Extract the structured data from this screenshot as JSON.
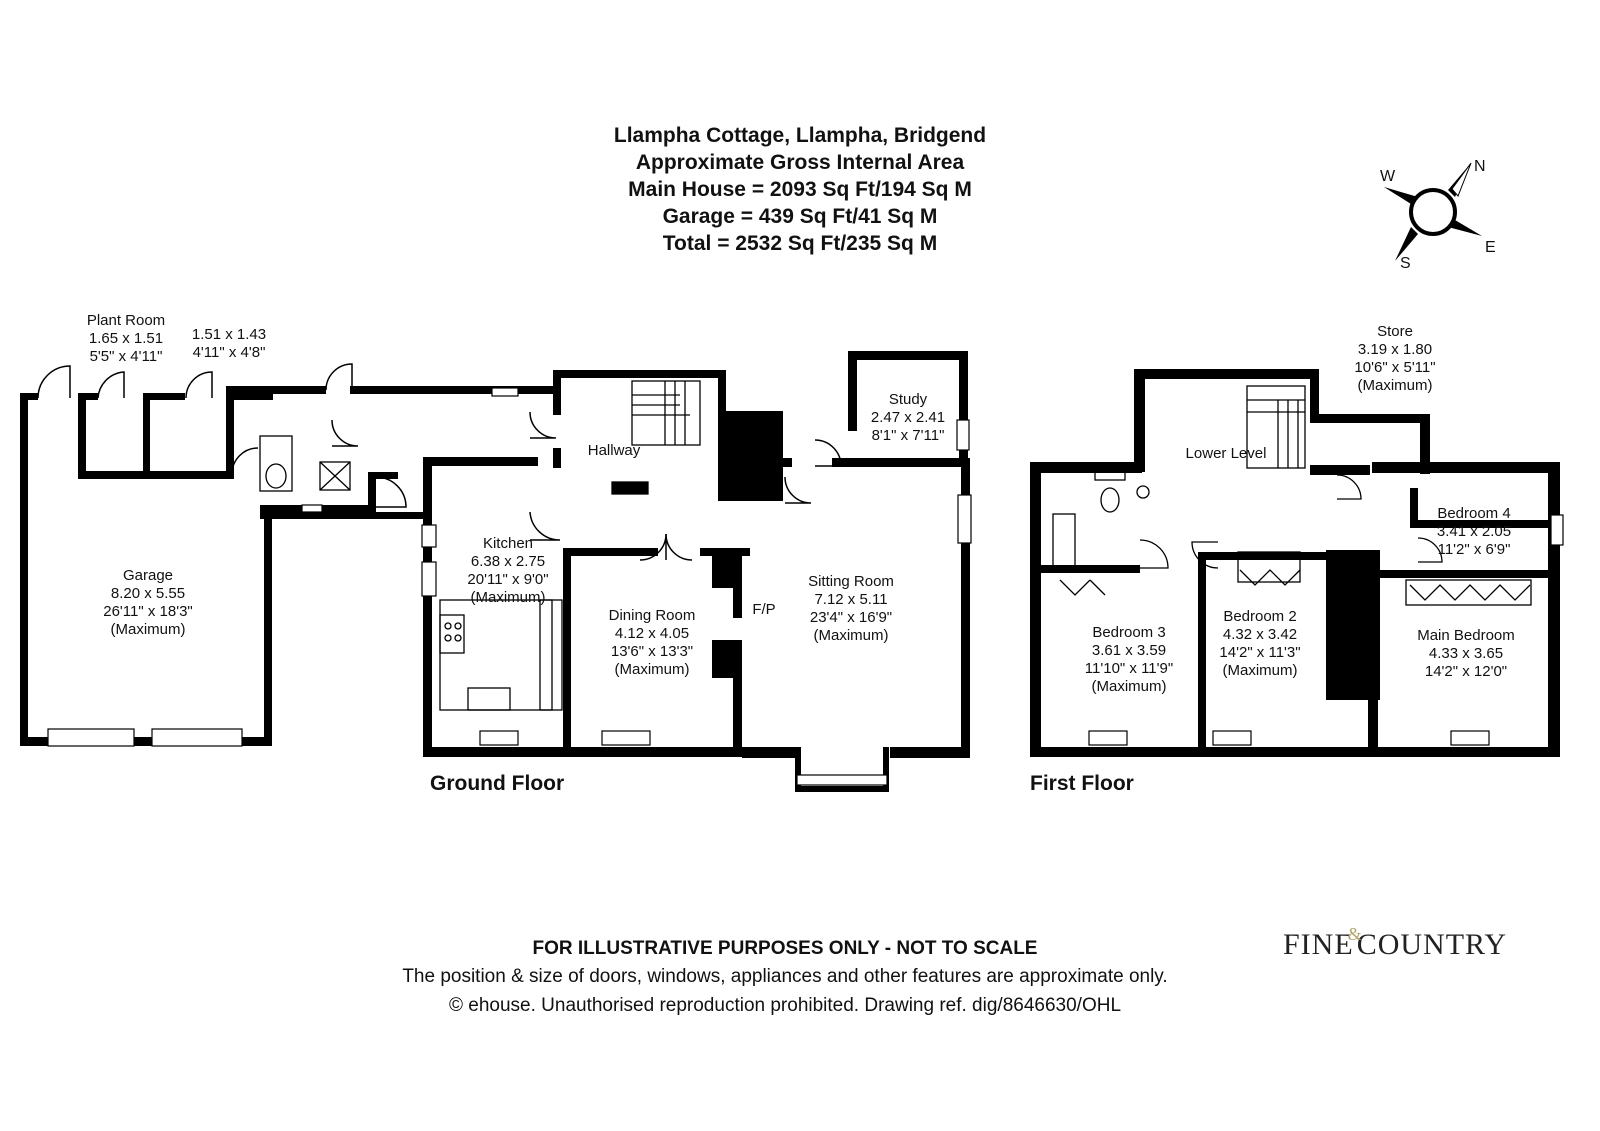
{
  "header": {
    "title": "Llampha Cottage, Llampha, Bridgend",
    "subtitle": "Approximate Gross Internal Area",
    "main_house": "Main House = 2093 Sq Ft/194 Sq M",
    "garage": "Garage = 439 Sq Ft/41 Sq M",
    "total": "Total = 2532 Sq Ft/235 Sq M"
  },
  "compass": {
    "n": "N",
    "e": "E",
    "s": "S",
    "w": "W"
  },
  "floors": {
    "ground": "Ground Floor",
    "first": "First Floor"
  },
  "rooms": {
    "plant_room": {
      "name": "Plant Room",
      "metric": "1.65 x 1.51",
      "imperial": "5'5\" x 4'11\""
    },
    "store_small": {
      "metric": "1.51 x 1.43",
      "imperial": "4'11\" x 4'8\""
    },
    "garage": {
      "name": "Garage",
      "metric": "8.20 x 5.55",
      "imperial": "26'11\" x 18'3\"",
      "note": "(Maximum)"
    },
    "hallway": {
      "name": "Hallway"
    },
    "kitchen": {
      "name": "Kitchen",
      "metric": "6.38 x 2.75",
      "imperial": "20'11\" x 9'0\"",
      "note": "(Maximum)"
    },
    "dining": {
      "name": "Dining Room",
      "metric": "4.12 x 4.05",
      "imperial": "13'6\" x 13'3\"",
      "note": "(Maximum)"
    },
    "study": {
      "name": "Study",
      "metric": "2.47 x 2.41",
      "imperial": "8'1\" x 7'11\""
    },
    "sitting": {
      "name": "Sitting Room",
      "metric": "7.12 x 5.11",
      "imperial": "23'4\" x 16'9\"",
      "note": "(Maximum)"
    },
    "fp": "F/P",
    "store": {
      "name": "Store",
      "metric": "3.19 x 1.80",
      "imperial": "10'6\" x 5'11\"",
      "note": "(Maximum)"
    },
    "lower_level": {
      "name": "Lower Level"
    },
    "bedroom4": {
      "name": "Bedroom 4",
      "metric": "3.41 x 2.05",
      "imperial": "11'2\" x 6'9\""
    },
    "bedroom3": {
      "name": "Bedroom 3",
      "metric": "3.61 x 3.59",
      "imperial": "11'10\" x 11'9\"",
      "note": "(Maximum)"
    },
    "bedroom2": {
      "name": "Bedroom 2",
      "metric": "4.32 x 3.42",
      "imperial": "14'2\" x 11'3\"",
      "note": "(Maximum)"
    },
    "main_bedroom": {
      "name": "Main Bedroom",
      "metric": "4.33 x 3.65",
      "imperial": "14'2\" x 12'0\""
    }
  },
  "footer": {
    "disclaimer": "FOR ILLUSTRATIVE PURPOSES ONLY - NOT TO SCALE",
    "line1": "The position & size of doors, windows, appliances and other features are approximate only.",
    "line2": "© ehouse. Unauthorised reproduction prohibited. Drawing ref. dig/8646630/OHL"
  },
  "logo": {
    "part1": "FINE",
    "amp": "&",
    "part2": "COUNTRY"
  },
  "colors": {
    "wall": "#000000",
    "accent": "#b5a46a"
  }
}
